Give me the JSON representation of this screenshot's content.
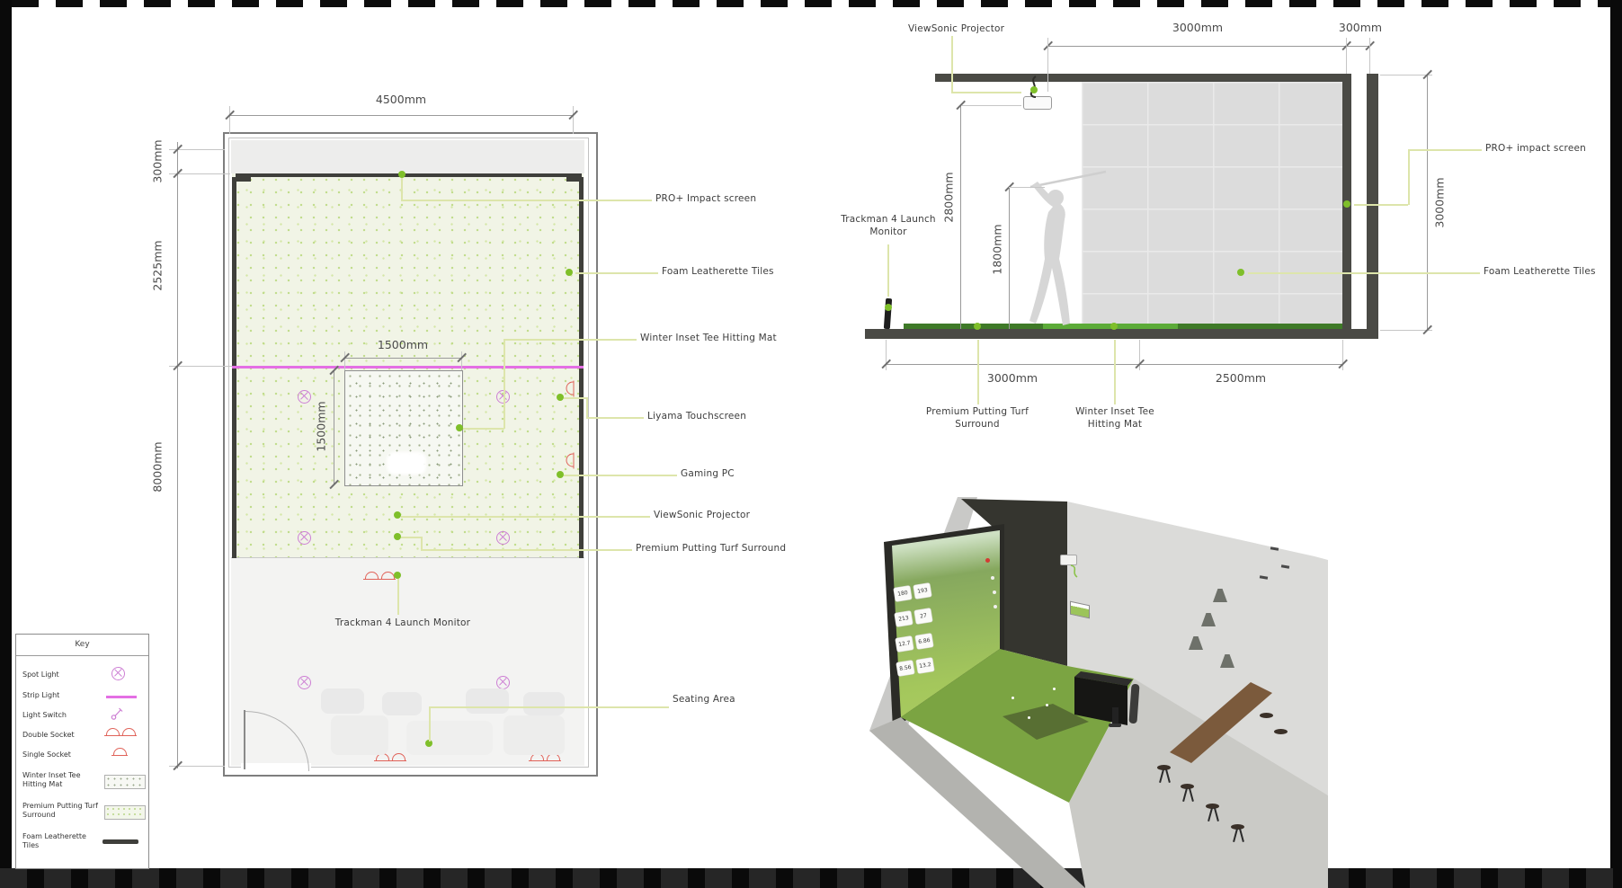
{
  "plan": {
    "dims": {
      "width_top": "4500mm",
      "offset_left": "300mm",
      "upper_left": "2525mm",
      "lower_left": "8000mm",
      "mat_width": "1500mm",
      "mat_depth": "1500mm"
    },
    "callouts": {
      "impact_screen": "PRO+ Impact screen",
      "foam_tiles": "Foam Leatherette Tiles",
      "hitting_mat": "Winter Inset Tee Hitting Mat",
      "touchscreen": "Liyama Touchscreen",
      "gaming_pc": "Gaming PC",
      "projector": "ViewSonic Projector",
      "putting_turf": "Premium Putting Turf Surround",
      "seating": "Seating Area",
      "trackman": "Trackman 4 Launch Monitor"
    }
  },
  "elevation": {
    "dims": {
      "top_span": "3000mm",
      "screen_offset": "300mm",
      "screen_height": "3000mm",
      "ceiling_height": "2800mm",
      "golfer_height": "1800mm",
      "floor_left": "3000mm",
      "floor_right": "2500mm"
    },
    "callouts": {
      "projector": "ViewSonic Projector",
      "trackman": "Trackman 4 Launch Monitor",
      "impact_screen": "PRO+ impact screen",
      "foam_tiles": "Foam Leatherette Tiles",
      "putting_turf": "Premium Putting Turf Surround",
      "hitting_mat": "Winter Inset Tee Hitting Mat"
    }
  },
  "key": {
    "title": "Key",
    "items": [
      {
        "label": "Spot Light",
        "symbol": "spot-light-icon"
      },
      {
        "label": "Strip Light",
        "symbol": "strip-light-icon"
      },
      {
        "label": "Light Switch",
        "symbol": "light-switch-icon"
      },
      {
        "label": "Double Socket",
        "symbol": "double-socket-icon"
      },
      {
        "label": "Single Socket",
        "symbol": "single-socket-icon"
      },
      {
        "label": "Winter Inset Tee Hitting Mat",
        "symbol": "hitting-mat-swatch"
      },
      {
        "label": "Premium Putting Turf Surround",
        "symbol": "putting-turf-swatch"
      },
      {
        "label": "Foam Leatherette Tiles",
        "symbol": "foam-tiles-swatch"
      }
    ]
  },
  "render": {
    "screen_tiles": [
      [
        "180",
        "193"
      ],
      [
        "213",
        "27"
      ],
      [
        "12.7",
        "6.86"
      ],
      [
        "8.56",
        "13.2"
      ]
    ]
  },
  "colors": {
    "accent_green": "#7fbf2a",
    "leader": "#dde5ab",
    "strip_magenta": "#e46fe4",
    "socket_red": "#e0635a",
    "wall_dark": "#4a4a45",
    "turf_green": "#7aa43f"
  }
}
